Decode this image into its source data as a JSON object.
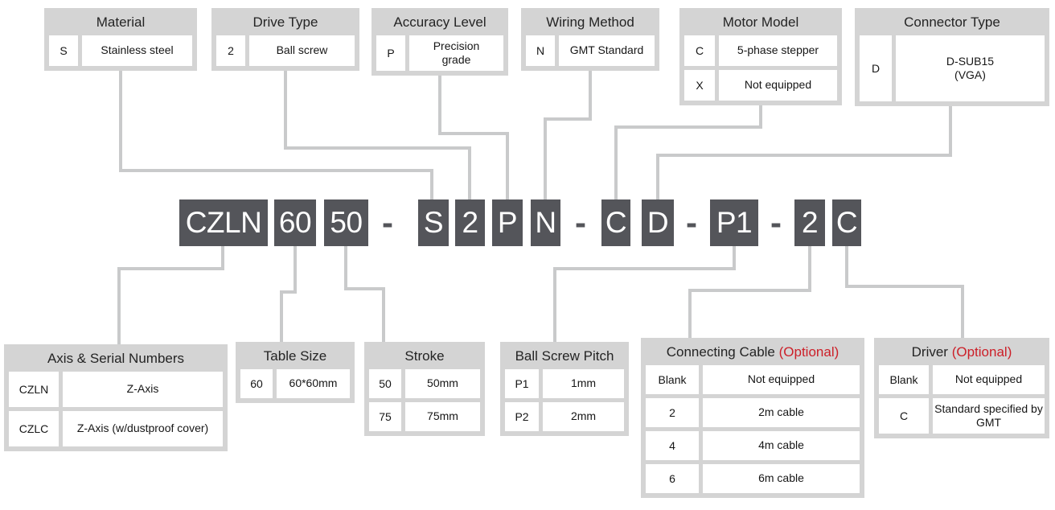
{
  "palette": {
    "group_box_bg": "#d4d4d4",
    "cell_bg": "#ffffff",
    "segment_bg": "#54555a",
    "segment_text": "#ffffff",
    "connector_line": "#c9cacb",
    "optional_red": "#cc1f28"
  },
  "part_number": {
    "full_code": "CZLN6050-S2PN-CD-P1-2C",
    "tokens": [
      "CZLN",
      "60",
      "50",
      "-",
      "S",
      "2",
      "P",
      "N",
      "-",
      "C",
      "D",
      "-",
      "P1",
      "-",
      "2",
      "C"
    ]
  },
  "groups": {
    "material": {
      "title": "Material",
      "rows": [
        {
          "code": "S",
          "desc": "Stainless steel"
        }
      ]
    },
    "drive_type": {
      "title": "Drive Type",
      "rows": [
        {
          "code": "2",
          "desc": "Ball screw"
        }
      ]
    },
    "accuracy_level": {
      "title": "Accuracy Level",
      "rows": [
        {
          "code": "P",
          "desc": "Precision\ngrade"
        }
      ]
    },
    "wiring_method": {
      "title": "Wiring Method",
      "rows": [
        {
          "code": "N",
          "desc": "GMT Standard"
        }
      ]
    },
    "motor_model": {
      "title": "Motor Model",
      "rows": [
        {
          "code": "C",
          "desc": "5-phase stepper"
        },
        {
          "code": "X",
          "desc": "Not equipped"
        }
      ]
    },
    "connector_type": {
      "title": "Connector Type",
      "rows": [
        {
          "code": "D",
          "desc": "D-SUB15\n(VGA)"
        }
      ]
    },
    "axis_serial": {
      "title": "Axis & Serial Numbers",
      "rows": [
        {
          "code": "CZLN",
          "desc": "Z-Axis"
        },
        {
          "code": "CZLC",
          "desc": "Z-Axis (w/dustproof cover)"
        }
      ]
    },
    "table_size": {
      "title": "Table Size",
      "rows": [
        {
          "code": "60",
          "desc": "60*60mm"
        }
      ]
    },
    "stroke": {
      "title": "Stroke",
      "rows": [
        {
          "code": "50",
          "desc": "50mm"
        },
        {
          "code": "75",
          "desc": "75mm"
        }
      ]
    },
    "ball_screw_pitch": {
      "title": "Ball Screw Pitch",
      "rows": [
        {
          "code": "P1",
          "desc": "1mm"
        },
        {
          "code": "P2",
          "desc": "2mm"
        }
      ]
    },
    "connecting_cable": {
      "title": "Connecting Cable",
      "optional_label": "(Optional)",
      "rows": [
        {
          "code": "Blank",
          "desc": "Not equipped"
        },
        {
          "code": "2",
          "desc": "2m cable"
        },
        {
          "code": "4",
          "desc": "4m cable"
        },
        {
          "code": "6",
          "desc": "6m cable"
        }
      ]
    },
    "driver": {
      "title": "Driver",
      "optional_label": "(Optional)",
      "rows": [
        {
          "code": "Blank",
          "desc": "Not equipped"
        },
        {
          "code": "C",
          "desc": "Standard specified by GMT"
        }
      ]
    }
  }
}
